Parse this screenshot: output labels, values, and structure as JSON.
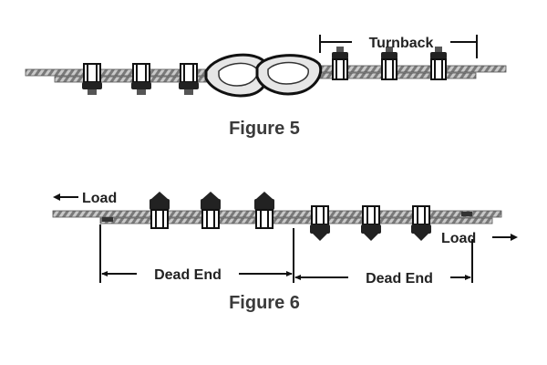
{
  "figure5": {
    "caption": "Figure 5",
    "turnback_label": "Turnback"
  },
  "figure6": {
    "caption": "Figure 6",
    "load_left_label": "Load",
    "load_right_label": "Load",
    "dead_end_left_label": "Dead End",
    "dead_end_right_label": "Dead End"
  },
  "colors": {
    "rope": "#8a8a8a",
    "ink": "#222222",
    "background": "#ffffff"
  }
}
